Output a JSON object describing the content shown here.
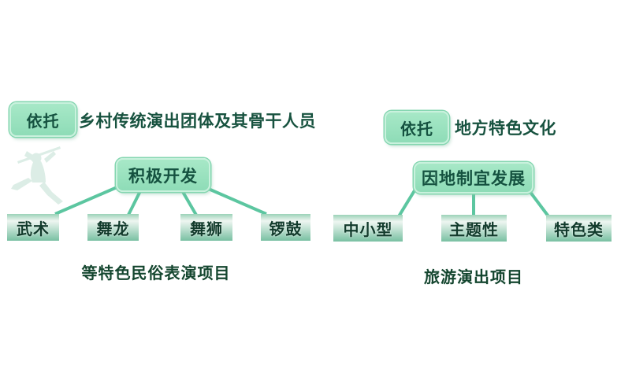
{
  "left": {
    "badge_label": "依托",
    "heading": "乡村传统演出团体及其骨干人员",
    "root_label": "积极开发",
    "leaves": [
      "武术",
      "舞龙",
      "舞狮",
      "锣鼓"
    ],
    "caption": "等特色民俗表演项目"
  },
  "right": {
    "badge_label": "依托",
    "heading": "地方特色文化",
    "root_label": "因地制宜发展",
    "leaves": [
      "中小型",
      "主题性",
      "特色类"
    ],
    "caption": "旅游演出项目"
  },
  "icons": {
    "left_decoration": "martial-artist-silhouette"
  },
  "style_colors": {
    "background": "#ffffff",
    "connector_green": "#5cc6a0",
    "box_fill": "#93dfba",
    "box_highlight_border": "#c9f1dd",
    "dark_text": "#155240",
    "leaf_gradient_top": "#9bd2b8",
    "leaf_gradient_bottom": "#79c0a2",
    "silhouette_tint": "#d7ebe2"
  }
}
